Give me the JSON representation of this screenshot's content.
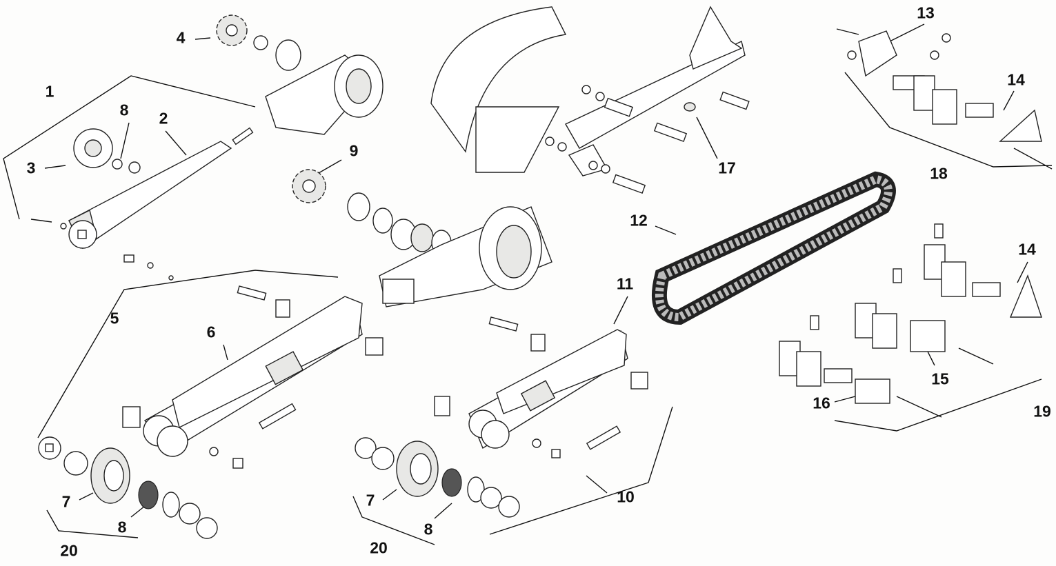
{
  "diagram": {
    "title_visible": false,
    "callouts": [
      "1",
      "2",
      "3",
      "4",
      "5",
      "6",
      "7",
      "8",
      "8",
      "9",
      "10",
      "11",
      "12",
      "13",
      "14",
      "14",
      "15",
      "16",
      "17",
      "18",
      "19",
      "20",
      "20",
      "7",
      "8"
    ]
  }
}
